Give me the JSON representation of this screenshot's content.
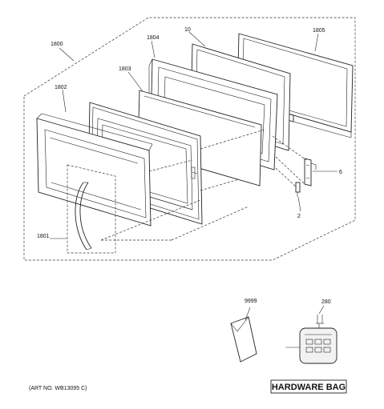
{
  "callouts": {
    "c1800": "1800",
    "c1804": "1804",
    "c10": "10",
    "c1805": "1805",
    "c1803": "1803",
    "c1802": "1802",
    "c6": "6",
    "c2": "2",
    "c1801": "1801",
    "c9999": "9999",
    "c280": "280"
  },
  "art_number": "(ART NO. WB13095 C)",
  "hardware_bag_label": "HARDWARE BAG"
}
